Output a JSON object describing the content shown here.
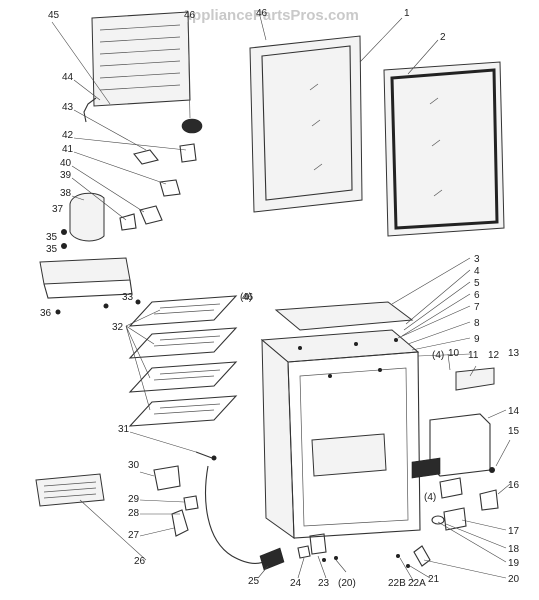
{
  "watermark": "AppliancePartsPros.com",
  "callouts": [
    {
      "id": "c1",
      "text": "1"
    },
    {
      "id": "c2",
      "text": "2"
    },
    {
      "id": "c3",
      "text": "3"
    },
    {
      "id": "c4",
      "text": "4"
    },
    {
      "id": "c5",
      "text": "5"
    },
    {
      "id": "c6",
      "text": "6"
    },
    {
      "id": "c7",
      "text": "7"
    },
    {
      "id": "c8",
      "text": "8"
    },
    {
      "id": "c9",
      "text": "9"
    },
    {
      "id": "c10",
      "text": "10"
    },
    {
      "id": "c11",
      "text": "11"
    },
    {
      "id": "c12",
      "text": "12"
    },
    {
      "id": "c13",
      "text": "13"
    },
    {
      "id": "c14",
      "text": "14"
    },
    {
      "id": "c15",
      "text": "15"
    },
    {
      "id": "c16",
      "text": "16"
    },
    {
      "id": "c17",
      "text": "17"
    },
    {
      "id": "c18",
      "text": "18"
    },
    {
      "id": "c19",
      "text": "19"
    },
    {
      "id": "c20",
      "text": "20"
    },
    {
      "id": "c21",
      "text": "21"
    },
    {
      "id": "c22a",
      "text": "22A"
    },
    {
      "id": "c22b",
      "text": "22B"
    },
    {
      "id": "c20p",
      "text": "(20)"
    },
    {
      "id": "c23",
      "text": "23"
    },
    {
      "id": "c24",
      "text": "24"
    },
    {
      "id": "c25",
      "text": "25"
    },
    {
      "id": "c26",
      "text": "26"
    },
    {
      "id": "c27",
      "text": "27"
    },
    {
      "id": "c28",
      "text": "28"
    },
    {
      "id": "c29",
      "text": "29"
    },
    {
      "id": "c30",
      "text": "30"
    },
    {
      "id": "c31",
      "text": "31"
    },
    {
      "id": "c32",
      "text": "32"
    },
    {
      "id": "c33",
      "text": "33"
    },
    {
      "id": "c36",
      "text": "36"
    },
    {
      "id": "c35",
      "text": "35"
    },
    {
      "id": "c37",
      "text": "37"
    },
    {
      "id": "c38",
      "text": "38"
    },
    {
      "id": "c39",
      "text": "39"
    },
    {
      "id": "c40",
      "text": "40"
    },
    {
      "id": "c41",
      "text": "41"
    },
    {
      "id": "c42",
      "text": "42"
    },
    {
      "id": "c43",
      "text": "43"
    },
    {
      "id": "c44",
      "text": "44"
    },
    {
      "id": "c45",
      "text": "45"
    },
    {
      "id": "c46",
      "text": "46"
    },
    {
      "id": "c4a",
      "text": "(4)"
    },
    {
      "id": "c4b",
      "text": "(4)"
    },
    {
      "id": "c4c",
      "text": "(4)"
    }
  ]
}
